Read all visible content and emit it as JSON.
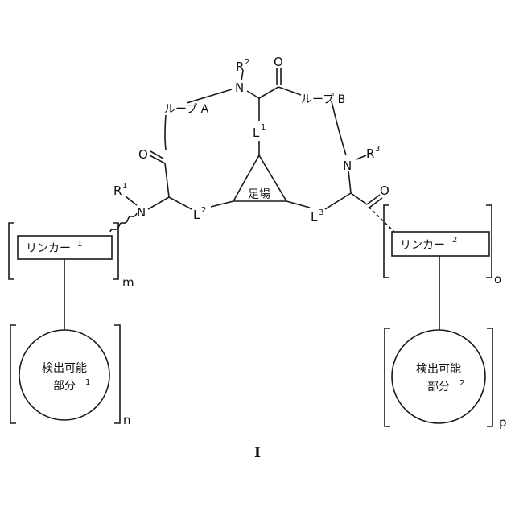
{
  "atoms": {
    "N": "N",
    "O": "O",
    "R": "R",
    "L": "L"
  },
  "superscripts": {
    "one": "1",
    "two": "2",
    "three": "3"
  },
  "loops": {
    "a": "ループ A",
    "b": "ループ B"
  },
  "scaffold": "足場",
  "linkers": {
    "left": "リンカー",
    "right": "リンカー"
  },
  "detectable": {
    "line1": "検出可能",
    "line2": "部分"
  },
  "subscripts": {
    "m": "m",
    "n": "n",
    "o": "o",
    "p": "p"
  },
  "formula_label": "I"
}
